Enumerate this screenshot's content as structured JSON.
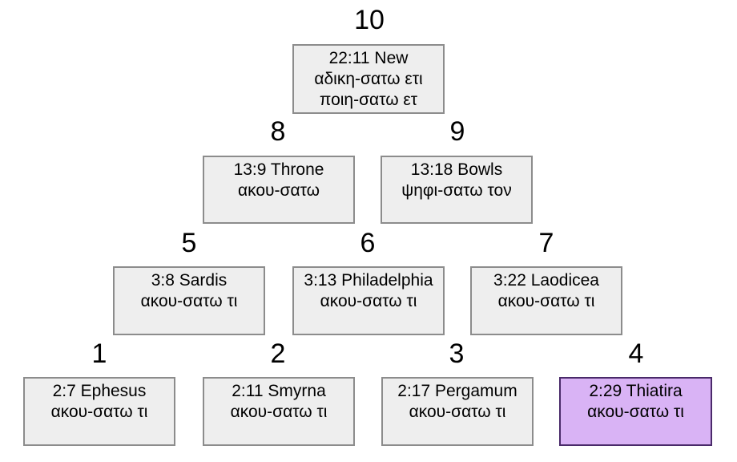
{
  "nodes": [
    {
      "num": "1",
      "ref": "2:7 Ephesus",
      "lines": [
        "ακου-σατω τι"
      ]
    },
    {
      "num": "2",
      "ref": "2:11 Smyrna",
      "lines": [
        "ακου-σατω τι"
      ]
    },
    {
      "num": "3",
      "ref": "2:17 Pergamum",
      "lines": [
        "ακου-σατω τι"
      ]
    },
    {
      "num": "4",
      "ref": "2:29 Thiatira",
      "lines": [
        "ακου-σατω τι"
      ],
      "highlight_color": "#d9b3f5"
    },
    {
      "num": "5",
      "ref": "3:8 Sardis",
      "lines": [
        "ακου-σατω τι"
      ]
    },
    {
      "num": "6",
      "ref": "3:13 Philadelphia",
      "lines": [
        "ακου-σατω τι"
      ]
    },
    {
      "num": "7",
      "ref": "3:22 Laodicea",
      "lines": [
        "ακου-σατω τι"
      ]
    },
    {
      "num": "8",
      "ref": "13:9 Throne",
      "lines": [
        "ακου-σατω"
      ]
    },
    {
      "num": "9",
      "ref": "13:18 Bowls",
      "lines": [
        "ψηφι-σατω τον"
      ]
    },
    {
      "num": "10",
      "ref": "22:11 New",
      "lines": [
        "αδικη-σατω ετι",
        "ποιη-σατω ετ"
      ]
    }
  ]
}
